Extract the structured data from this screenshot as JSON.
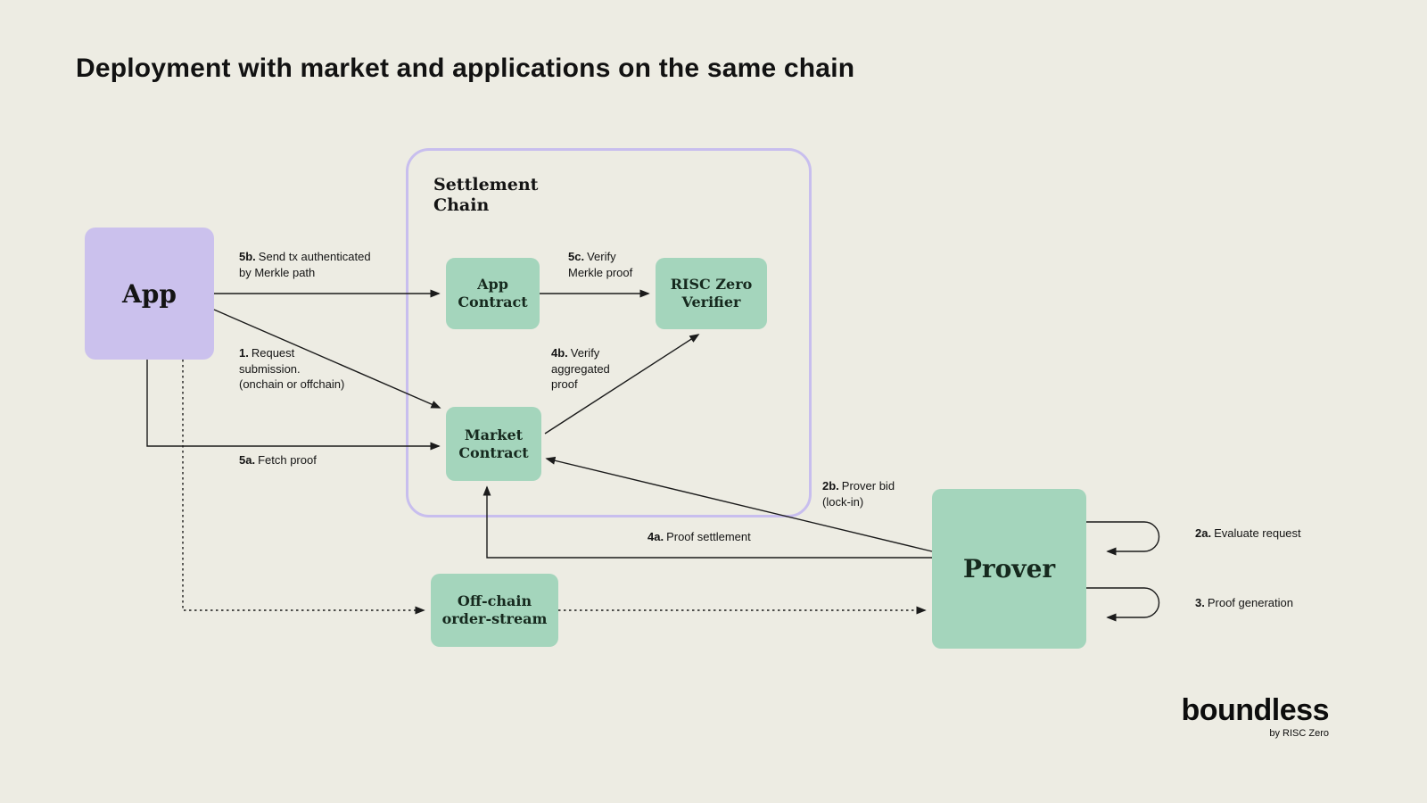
{
  "title": "Deployment with market and applications on the same chain",
  "colors": {
    "background": "#EDECE3",
    "purple_box": "#CBC1ED",
    "purple_border": "#C8BEEE",
    "green_box": "#A4D5BC",
    "text": "#141414"
  },
  "nodes": {
    "app": {
      "label": "App"
    },
    "settlement_chain": {
      "label": "Settlement\nChain"
    },
    "app_contract": {
      "label": "App\nContract"
    },
    "risc_zero_verifier": {
      "label": "RISC Zero\nVerifier"
    },
    "market_contract": {
      "label": "Market\nContract"
    },
    "offchain_order_stream": {
      "label": "Off-chain\norder-stream"
    },
    "prover": {
      "label": "Prover"
    }
  },
  "edges": {
    "send_tx": {
      "num": "5b.",
      "text": "Send tx authenticated\nby Merkle path"
    },
    "request_submission": {
      "num": "1.",
      "text": "Request\nsubmission.\n(onchain or offchain)"
    },
    "fetch_proof": {
      "num": "5a.",
      "text": "Fetch proof"
    },
    "verify_merkle": {
      "num": "5c.",
      "text": "Verify\nMerkle proof"
    },
    "verify_aggregated": {
      "num": "4b.",
      "text": "Verify\naggregated\nproof"
    },
    "prover_bid": {
      "num": "2b.",
      "text": "Prover bid\n(lock-in)"
    },
    "proof_settlement": {
      "num": "4a.",
      "text": "Proof settlement"
    },
    "evaluate_request": {
      "num": "2a.",
      "text": "Evaluate request"
    },
    "proof_generation": {
      "num": "3.",
      "text": "Proof generation"
    }
  },
  "logo": {
    "name": "boundless",
    "byline": "by RISC Zero"
  }
}
